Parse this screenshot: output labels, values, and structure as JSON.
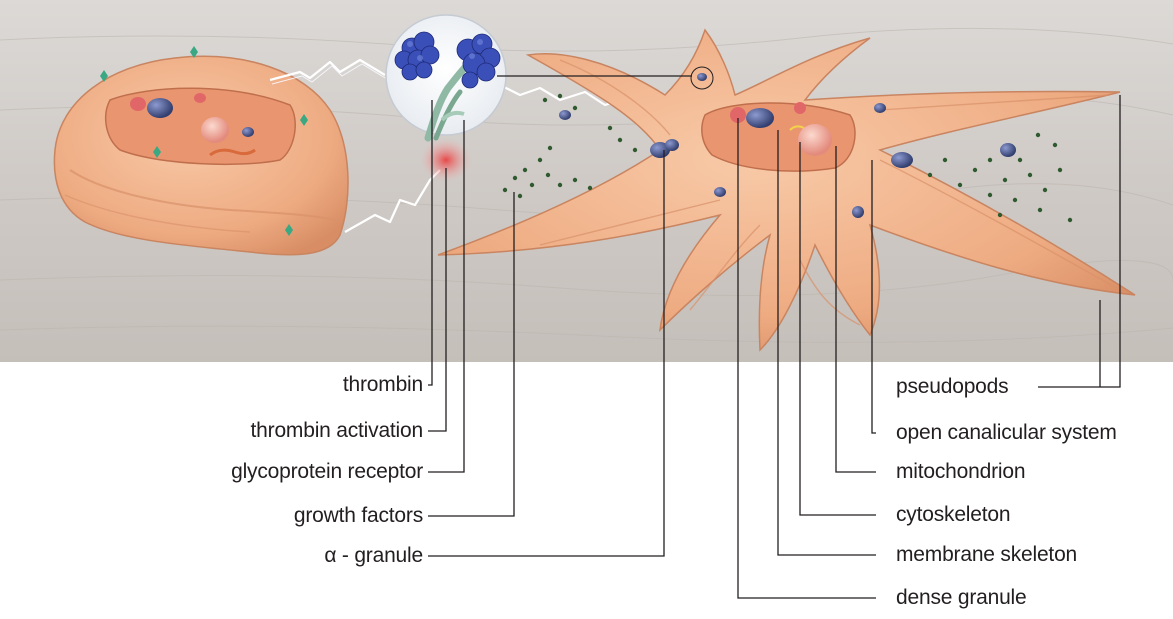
{
  "diagram": {
    "left_labels": [
      {
        "id": "thrombin",
        "text": "thrombin"
      },
      {
        "id": "thrombin-activation",
        "text": "thrombin activation"
      },
      {
        "id": "glycoprotein-receptor",
        "text": "glycoprotein receptor"
      },
      {
        "id": "growth-factors",
        "text": "growth factors"
      },
      {
        "id": "alpha-granule",
        "text": "α - granule"
      }
    ],
    "right_labels": [
      {
        "id": "pseudopods",
        "text": "pseudopods"
      },
      {
        "id": "open-canalicular-system",
        "text": "open canalicular system"
      },
      {
        "id": "mitochondrion",
        "text": "mitochondrion"
      },
      {
        "id": "cytoskeleton",
        "text": "cytoskeleton"
      },
      {
        "id": "membrane-skeleton",
        "text": "membrane skeleton"
      },
      {
        "id": "dense-granule",
        "text": "dense granule"
      }
    ],
    "colors": {
      "background_top": "#d9d6d2",
      "background_bottom": "#c9c3be",
      "platelet_skin": "#f2b48c",
      "platelet_shadow": "#d98a62",
      "granule_blue": "#4a5a8c",
      "growth_factor_green": "#2f5a2f",
      "receptor_blue": "#3a4fb8",
      "leader_line": "#231f20"
    }
  }
}
